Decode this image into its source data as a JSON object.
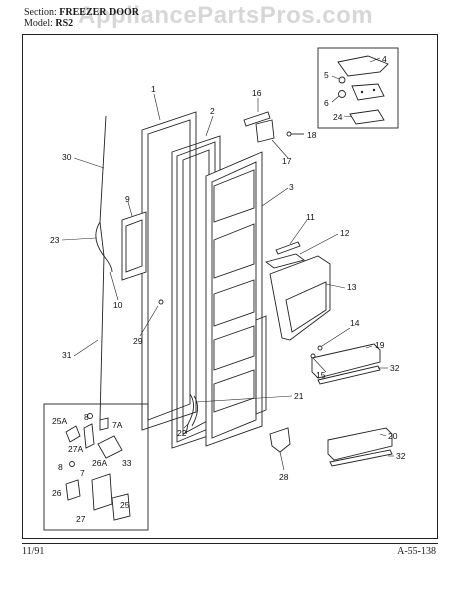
{
  "header": {
    "section_label": "Section:",
    "section_value": "FREEZER DOOR",
    "model_label": "Model:",
    "model_value": "RS2"
  },
  "watermark": "AppliancePartsPros.com",
  "footer": {
    "date": "11/91",
    "page_code": "A-55-138"
  },
  "callouts": {
    "c1": "1",
    "c2": "2",
    "c3": "3",
    "c4": "4",
    "c5": "5",
    "c6": "6",
    "c24": "24",
    "c16": "16",
    "c17": "17",
    "c18": "18",
    "c30": "30",
    "c9": "9",
    "c23": "23",
    "c10": "10",
    "c31": "31",
    "c29": "29",
    "c11": "11",
    "c12": "12",
    "c13": "13",
    "c14": "14",
    "c15": "15",
    "c19": "19",
    "c32a": "32",
    "c21": "21",
    "c22": "22",
    "c20": "20",
    "c32b": "32",
    "c28": "28",
    "i8a": "8",
    "i7a": "7A",
    "i25a": "25A",
    "i27a": "27A",
    "i26a": "26A",
    "i33": "33",
    "i8b": "8",
    "i7": "7",
    "i26": "26",
    "i25": "25",
    "i27": "27"
  }
}
